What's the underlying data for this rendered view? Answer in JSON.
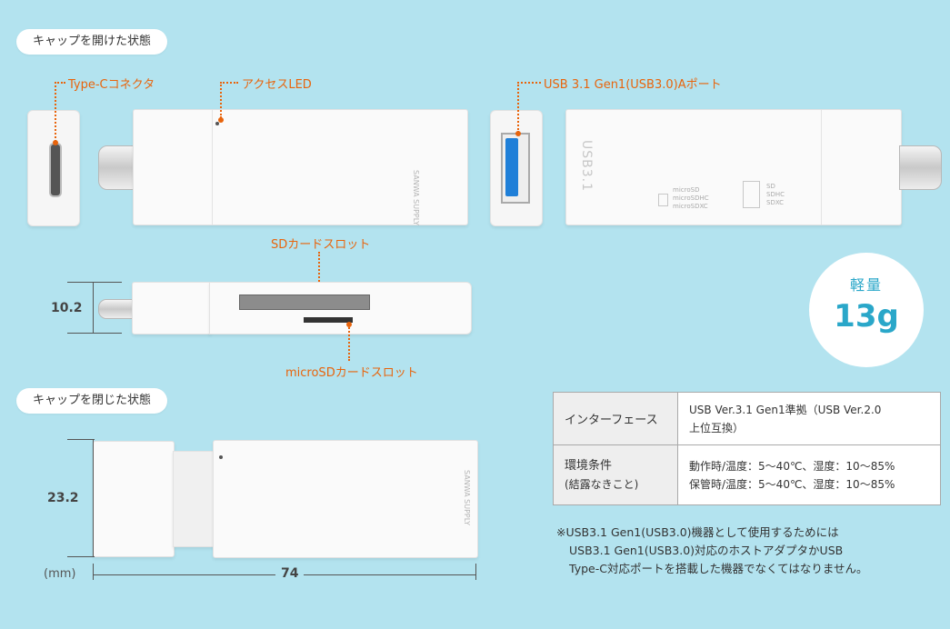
{
  "labels": {
    "open_state": "キャップを開けた状態",
    "closed_state": "キャップを閉じた状態"
  },
  "callouts": {
    "type_c": "Type-Cコネクタ",
    "access_led": "アクセスLED",
    "usb_a_port": "USB 3.1 Gen1(USB3.0)Aポート",
    "sd_slot": "SDカードスロット",
    "microsd_slot": "microSDカードスロット"
  },
  "device_print": {
    "brand": "SANWA SUPPLY",
    "usb": "USB3.1",
    "micro_card": "microSD\nmicroSDHC\nmicroSDXC",
    "sd_card": "SD\nSDHC\nSDXC"
  },
  "weight": {
    "label": "軽量",
    "value": "13g"
  },
  "dimensions": {
    "thickness": "10.2",
    "height": "23.2",
    "length": "74",
    "unit": "(mm)"
  },
  "specs": [
    {
      "header": "インターフェース",
      "header_sub": "",
      "value1": "USB Ver.3.1 Gen1準拠（USB Ver.2.0",
      "value2": "上位互換）"
    },
    {
      "header": "環境条件",
      "header_sub": "(結露なきこと)",
      "value1": "動作時/温度：5～40℃、湿度：10～85%",
      "value2": "保管時/温度：5～40℃、湿度：10～85%"
    }
  ],
  "note": [
    "※USB3.1 Gen1(USB3.0)機器として使用するためには",
    "USB3.1 Gen1(USB3.0)対応のホストアダプタかUSB",
    "Type-C対応ポートを搭載した機器でなくてはなりません。"
  ],
  "colors": {
    "background": "#b3e3ef",
    "accent": "#e8640c",
    "usb_blue": "#1f7fd8"
  }
}
